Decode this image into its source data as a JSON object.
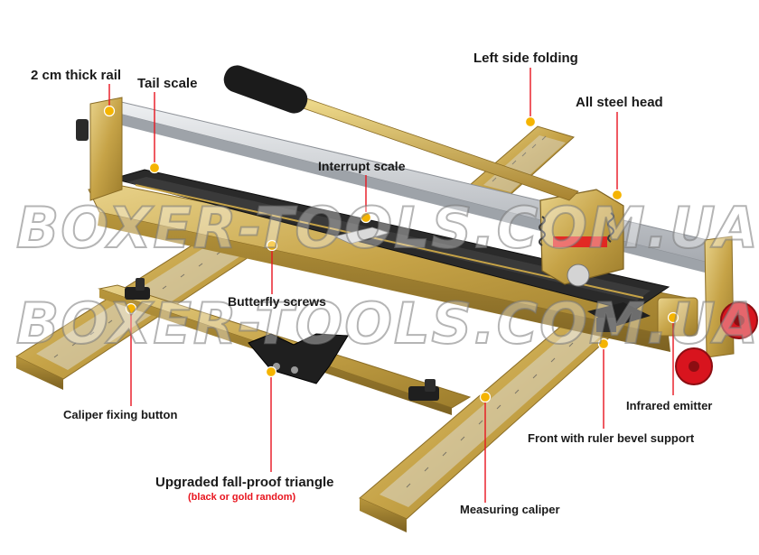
{
  "labels": {
    "rail": "2 cm thick rail",
    "tail_scale": "Tail scale",
    "left_folding": "Left side folding",
    "steel_head": "All steel head",
    "interrupt_scale": "Interrupt scale",
    "butterfly": "Butterfly screws",
    "caliper_fixing": "Caliper fixing button",
    "triangle": "Upgraded fall-proof triangle",
    "triangle_note": "(black or gold random)",
    "measuring": "Measuring caliper",
    "front_support": "Front with ruler bevel support",
    "infrared": "Infrared emitter"
  },
  "watermark": {
    "line1": "BOXER-TOOLS.COM.UA",
    "line2": "BOXER-TOOLS.COM.UA"
  },
  "colors": {
    "callout_dot": "#f5b400",
    "callout_line": "#e8141e",
    "note_text": "#e8141e",
    "frame_metal": "#c9a94e",
    "rail_aluminum": "#c9ccd1",
    "bed_black": "#2a2a2a",
    "wheel_red": "#d8141e"
  }
}
